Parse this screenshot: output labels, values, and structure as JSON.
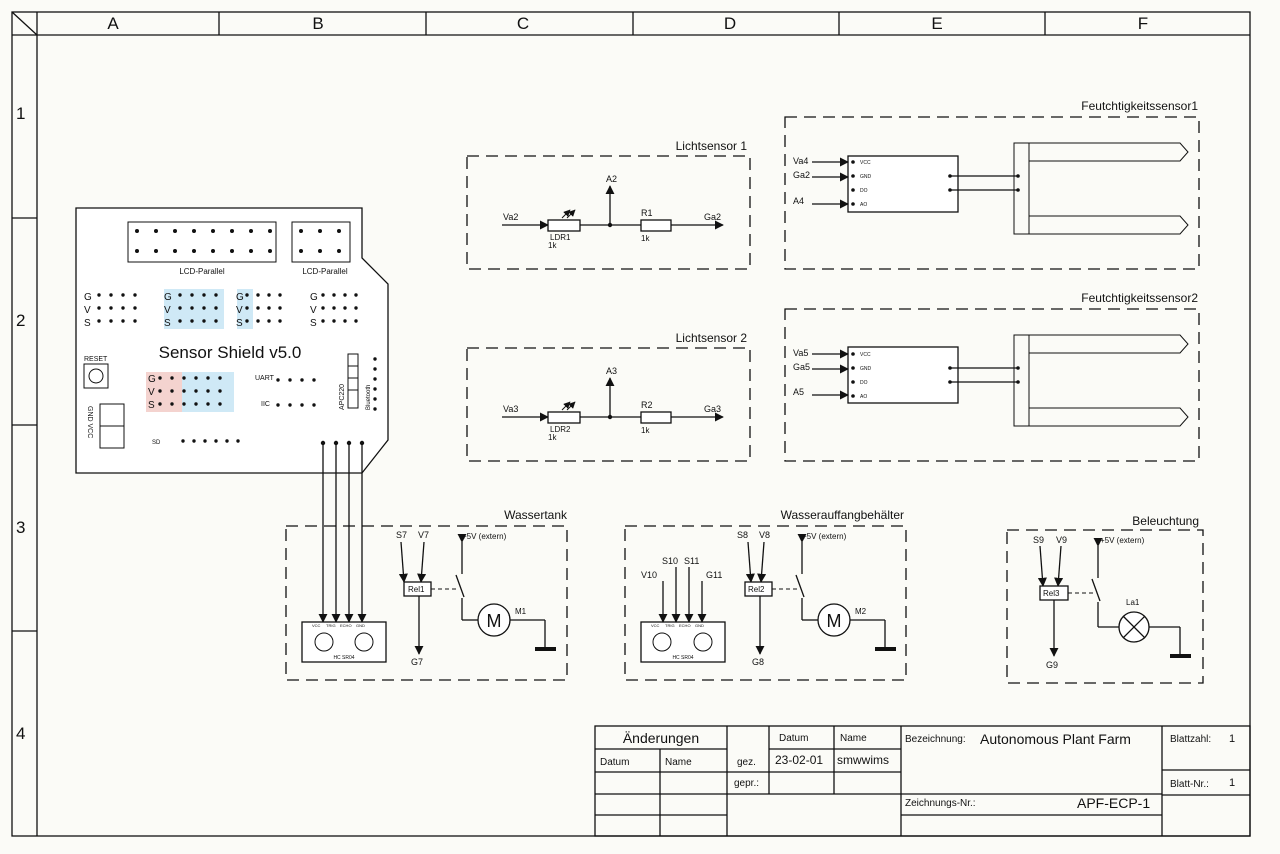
{
  "grid": {
    "cols": [
      "A",
      "B",
      "C",
      "D",
      "E",
      "F"
    ],
    "rows": [
      "1",
      "2",
      "3",
      "4"
    ]
  },
  "shield": {
    "title": "Sensor Shield v5.0",
    "lcd_label_1": "LCD-Parallel",
    "lcd_label_2": "LCD-Parallel",
    "reset": "RESET",
    "power": "GND VCC",
    "uart": "UART",
    "iic": "IIC",
    "apc": "APC220",
    "bluetooth": "Bluetooth",
    "sd": "SD",
    "header_g": "G",
    "header_v": "V",
    "header_s": "S"
  },
  "light1": {
    "title": "Lichtsensor 1",
    "a": "A2",
    "va": "Va2",
    "ga": "Ga2",
    "ldr": "LDR1",
    "ldr_val": "1k",
    "r": "R1",
    "r_val": "1k"
  },
  "light2": {
    "title": "Lichtsensor 2",
    "a": "A3",
    "va": "Va3",
    "ga": "Ga3",
    "ldr": "LDR2",
    "ldr_val": "1k",
    "r": "R2",
    "r_val": "1k"
  },
  "moist1": {
    "title": "Feutchtigkeitssensor1",
    "v": "Va4",
    "g": "Ga2",
    "a": "A4",
    "pins": [
      "VCC",
      "GND",
      "DO",
      "AO"
    ]
  },
  "moist2": {
    "title": "Feutchtigkeitssensor2",
    "v": "Va5",
    "g": "Ga5",
    "a": "A5",
    "pins": [
      "VCC",
      "GND",
      "DO",
      "AO"
    ]
  },
  "tank": {
    "title": "Wassertank",
    "s": "S7",
    "v": "V7",
    "ext": "+5V (extern)",
    "rel": "Rel1",
    "g": "G7",
    "motor": "M1",
    "motor_sym": "M",
    "sr04": "HC SR04",
    "sr04_pins": [
      "VCC",
      "TRIG",
      "ECHO",
      "GND"
    ]
  },
  "catch": {
    "title": "Wasserauffangbehälter",
    "s": "S8",
    "v": "V8",
    "ext": "+5V (extern)",
    "rel": "Rel2",
    "g": "G8",
    "motor": "M2",
    "motor_sym": "M",
    "v10": "V10",
    "s10": "S10",
    "s11": "S11",
    "g11": "G11",
    "sr04": "HC SR04",
    "sr04_pins": [
      "VCC",
      "TRIG",
      "ECHO",
      "GND"
    ]
  },
  "light": {
    "title": "Beleuchtung",
    "s": "S9",
    "v": "V9",
    "ext": "+5V (extern)",
    "rel": "Rel3",
    "g": "G9",
    "lamp": "La1"
  },
  "titleblock": {
    "changes": "Änderungen",
    "datum": "Datum",
    "name": "Name",
    "gez": "gez.",
    "gepr": "gepr.:",
    "date_value": "23-02-01",
    "name_value": "smwwims",
    "bezeichnung_label": "Bezeichnung:",
    "bezeichnung_value": "Autonomous Plant Farm",
    "zeichnung_label": "Zeichnungs-Nr.:",
    "zeichnung_value": "APF-ECP-1",
    "blattzahl_label": "Blattzahl:",
    "blattzahl_value": "1",
    "blattnr_label": "Blatt-Nr.:",
    "blattnr_value": "1"
  }
}
